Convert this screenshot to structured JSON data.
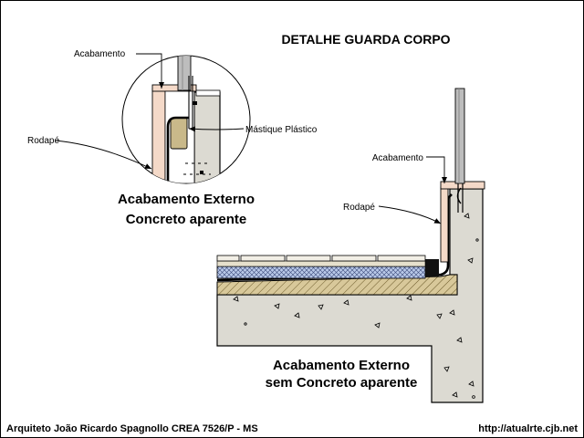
{
  "title": "DETALHE GUARDA CORPO",
  "detail_inset": {
    "labels": {
      "acabamento": "Acabamento",
      "rodape": "Rodapé",
      "mastique": "Mástique Plástico"
    },
    "caption_line1": "Acabamento Externo",
    "caption_line2": "Concreto aparente"
  },
  "main_section": {
    "labels": {
      "acabamento": "Acabamento",
      "rodape": "Rodapé"
    },
    "caption_line1": "Acabamento Externo",
    "caption_line2": "sem Concreto aparente"
  },
  "footer": {
    "author": "Arquiteto João Ricardo Spagnollo CREA 7526/P - MS",
    "url": "http://atualrte.cjb.net"
  },
  "colors": {
    "concrete": "#dcdad2",
    "finish": "#f4d9c8",
    "insulation": "#b8c8e8",
    "mortar": "#c9b98a",
    "tile": "#f2efe6",
    "metal": "#bdbdbd",
    "ink": "#000000"
  }
}
